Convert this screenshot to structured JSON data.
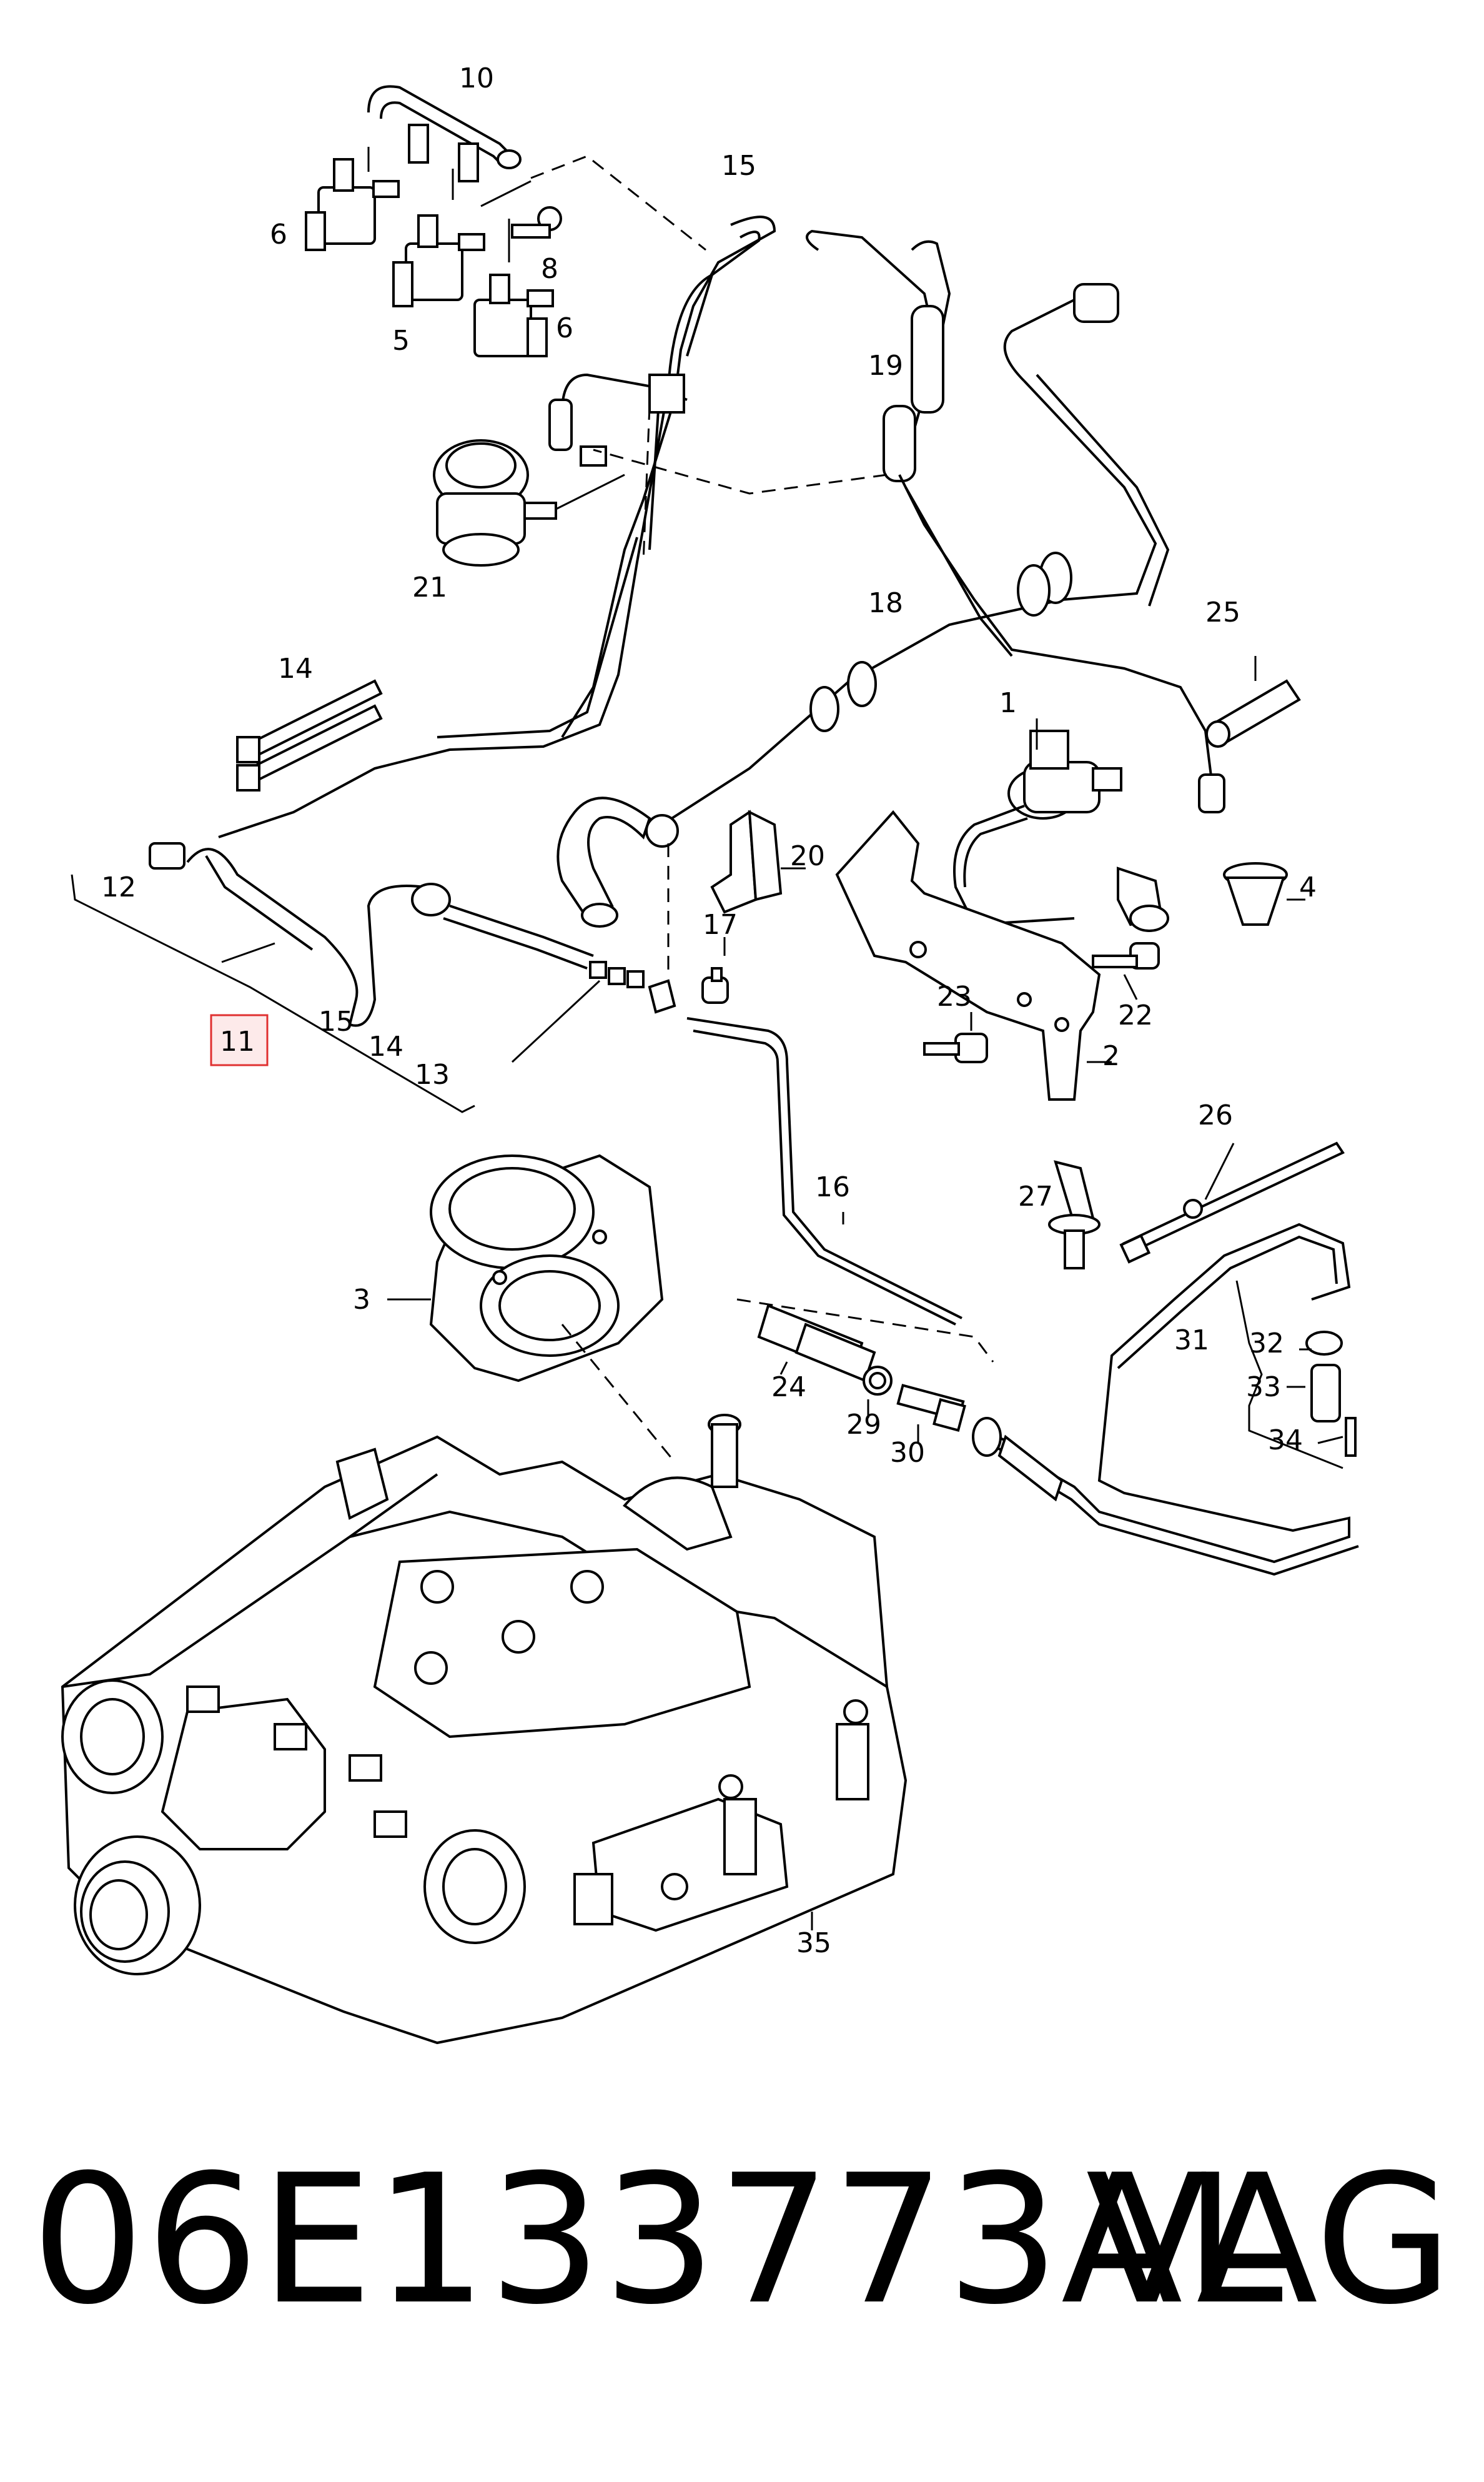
{
  "callouts": {
    "c1": "1",
    "c2": "2",
    "c3": "3",
    "c4": "4",
    "c5": "5",
    "c6a": "6",
    "c6b": "6",
    "c8": "8",
    "c10": "10",
    "c11": "11",
    "c12": "12",
    "c13a": "13",
    "c14a": "14",
    "c14b": "14",
    "c15a": "15",
    "c15b": "15",
    "c16": "16",
    "c17": "17",
    "c18": "18",
    "c19": "19",
    "c20": "20",
    "c21": "21",
    "c22": "22",
    "c23": "23",
    "c24": "24",
    "c25": "25",
    "c26": "26",
    "c27": "27",
    "c29": "29",
    "c30": "30",
    "c31": "31",
    "c32": "32",
    "c33": "33",
    "c34": "34",
    "c35": "35"
  },
  "highlight_color": "#e03030",
  "part_number": "06E133773AL",
  "brand": "VAG"
}
